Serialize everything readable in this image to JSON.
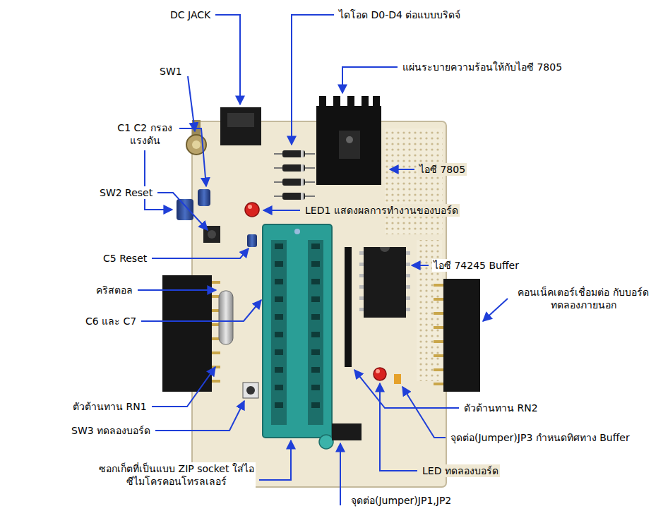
{
  "diagram": {
    "labels": [
      "DC JACK",
      "ไดโอด D0-D4 ต่อแบบบริดจ์",
      "แผ่นระบายความร้อนให้กับไอซี 7805",
      "SW1",
      "C1 C2 กรองแรงดัน",
      "SW2 Reset",
      "ไอซี 7805",
      "LED1 แสดงผลการทำงานของบอร์ด",
      "C5 Reset",
      "ไอซี 74245 Buffer",
      "คริสตอล",
      "คอนเน็คเตอร์เชื่อมต่อ กับบอร์ดทดลองภายนอก",
      "C6 และ C7",
      "ตัวต้านทาน RN1",
      "ตัวต้านทาน RN2",
      "SW3 ทดลองบอร์ด",
      "จุดต่อ(Jumper)JP3 กำหนดทิศทาง Buffer",
      "LED ทดลองบอร์ด",
      "ซอกเก็ตที่เป็นแบบ ZIP socket ใส่ไอซีไมโครคอนโทรลเลอร์",
      "จุดต่อ(Jumper)JP1,JP2"
    ]
  }
}
